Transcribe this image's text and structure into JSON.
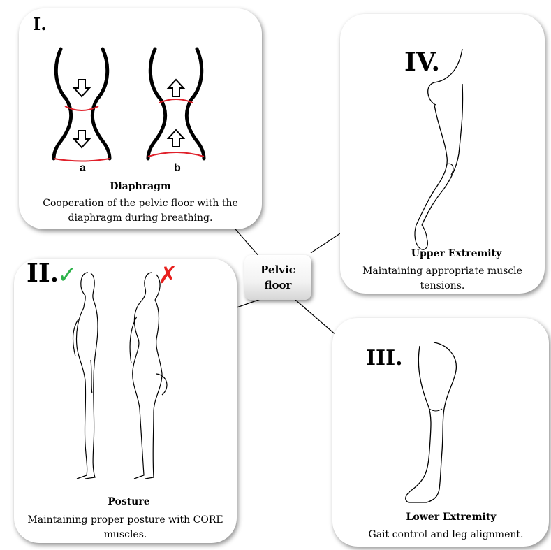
{
  "center": {
    "label": "Pelvic floor"
  },
  "panels": {
    "diaphragm": {
      "numeral": "I.",
      "label_a": "a",
      "label_b": "b",
      "title": "Diaphragm",
      "description": "Cooperation of the pelvic floor with the diaphragm during breathing."
    },
    "posture": {
      "numeral": "II.",
      "correct_mark": "✓",
      "wrong_mark": "✗",
      "title": "Posture",
      "description": "Maintaining proper posture with CORE muscles."
    },
    "lower_extremity": {
      "numeral": "III.",
      "title": "Lower Extremity",
      "description": "Gait control and leg alignment."
    },
    "upper_extremity": {
      "numeral": "IV.",
      "title": "Upper Extremity",
      "description": "Maintaining appropriate muscle tensions."
    }
  },
  "colors": {
    "check": "#2db34a",
    "cross": "#e8201e",
    "diaphragm_line": "#e0202a"
  }
}
